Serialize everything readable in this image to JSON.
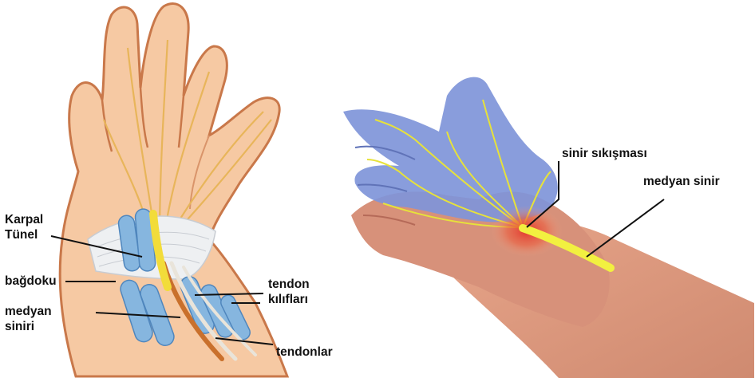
{
  "left_panel": {
    "labels": {
      "carpal_tunnel": [
        "Karpal",
        "Tünel"
      ],
      "ligament": "bağdoku",
      "median_nerve": [
        "medyan",
        "siniri"
      ],
      "tendon_sheaths": [
        "tendon",
        "kılıfları"
      ],
      "tendons": "tendonlar"
    }
  },
  "right_panel": {
    "labels": {
      "nerve_compression": "sinir sıkışması",
      "median_nerve": "medyan sinir"
    }
  },
  "colors": {
    "skin": "#f6c9a3",
    "skin_outline": "#c9784a",
    "nerve": "#f2dc3a",
    "tendon_sheath": "#86b6df",
    "tendon": "#c9702c",
    "ligament": "#eef0f2",
    "hand_blue_overlay": "#7f95d9",
    "compression_red": "#e2322a",
    "leader_line": "#111111"
  }
}
